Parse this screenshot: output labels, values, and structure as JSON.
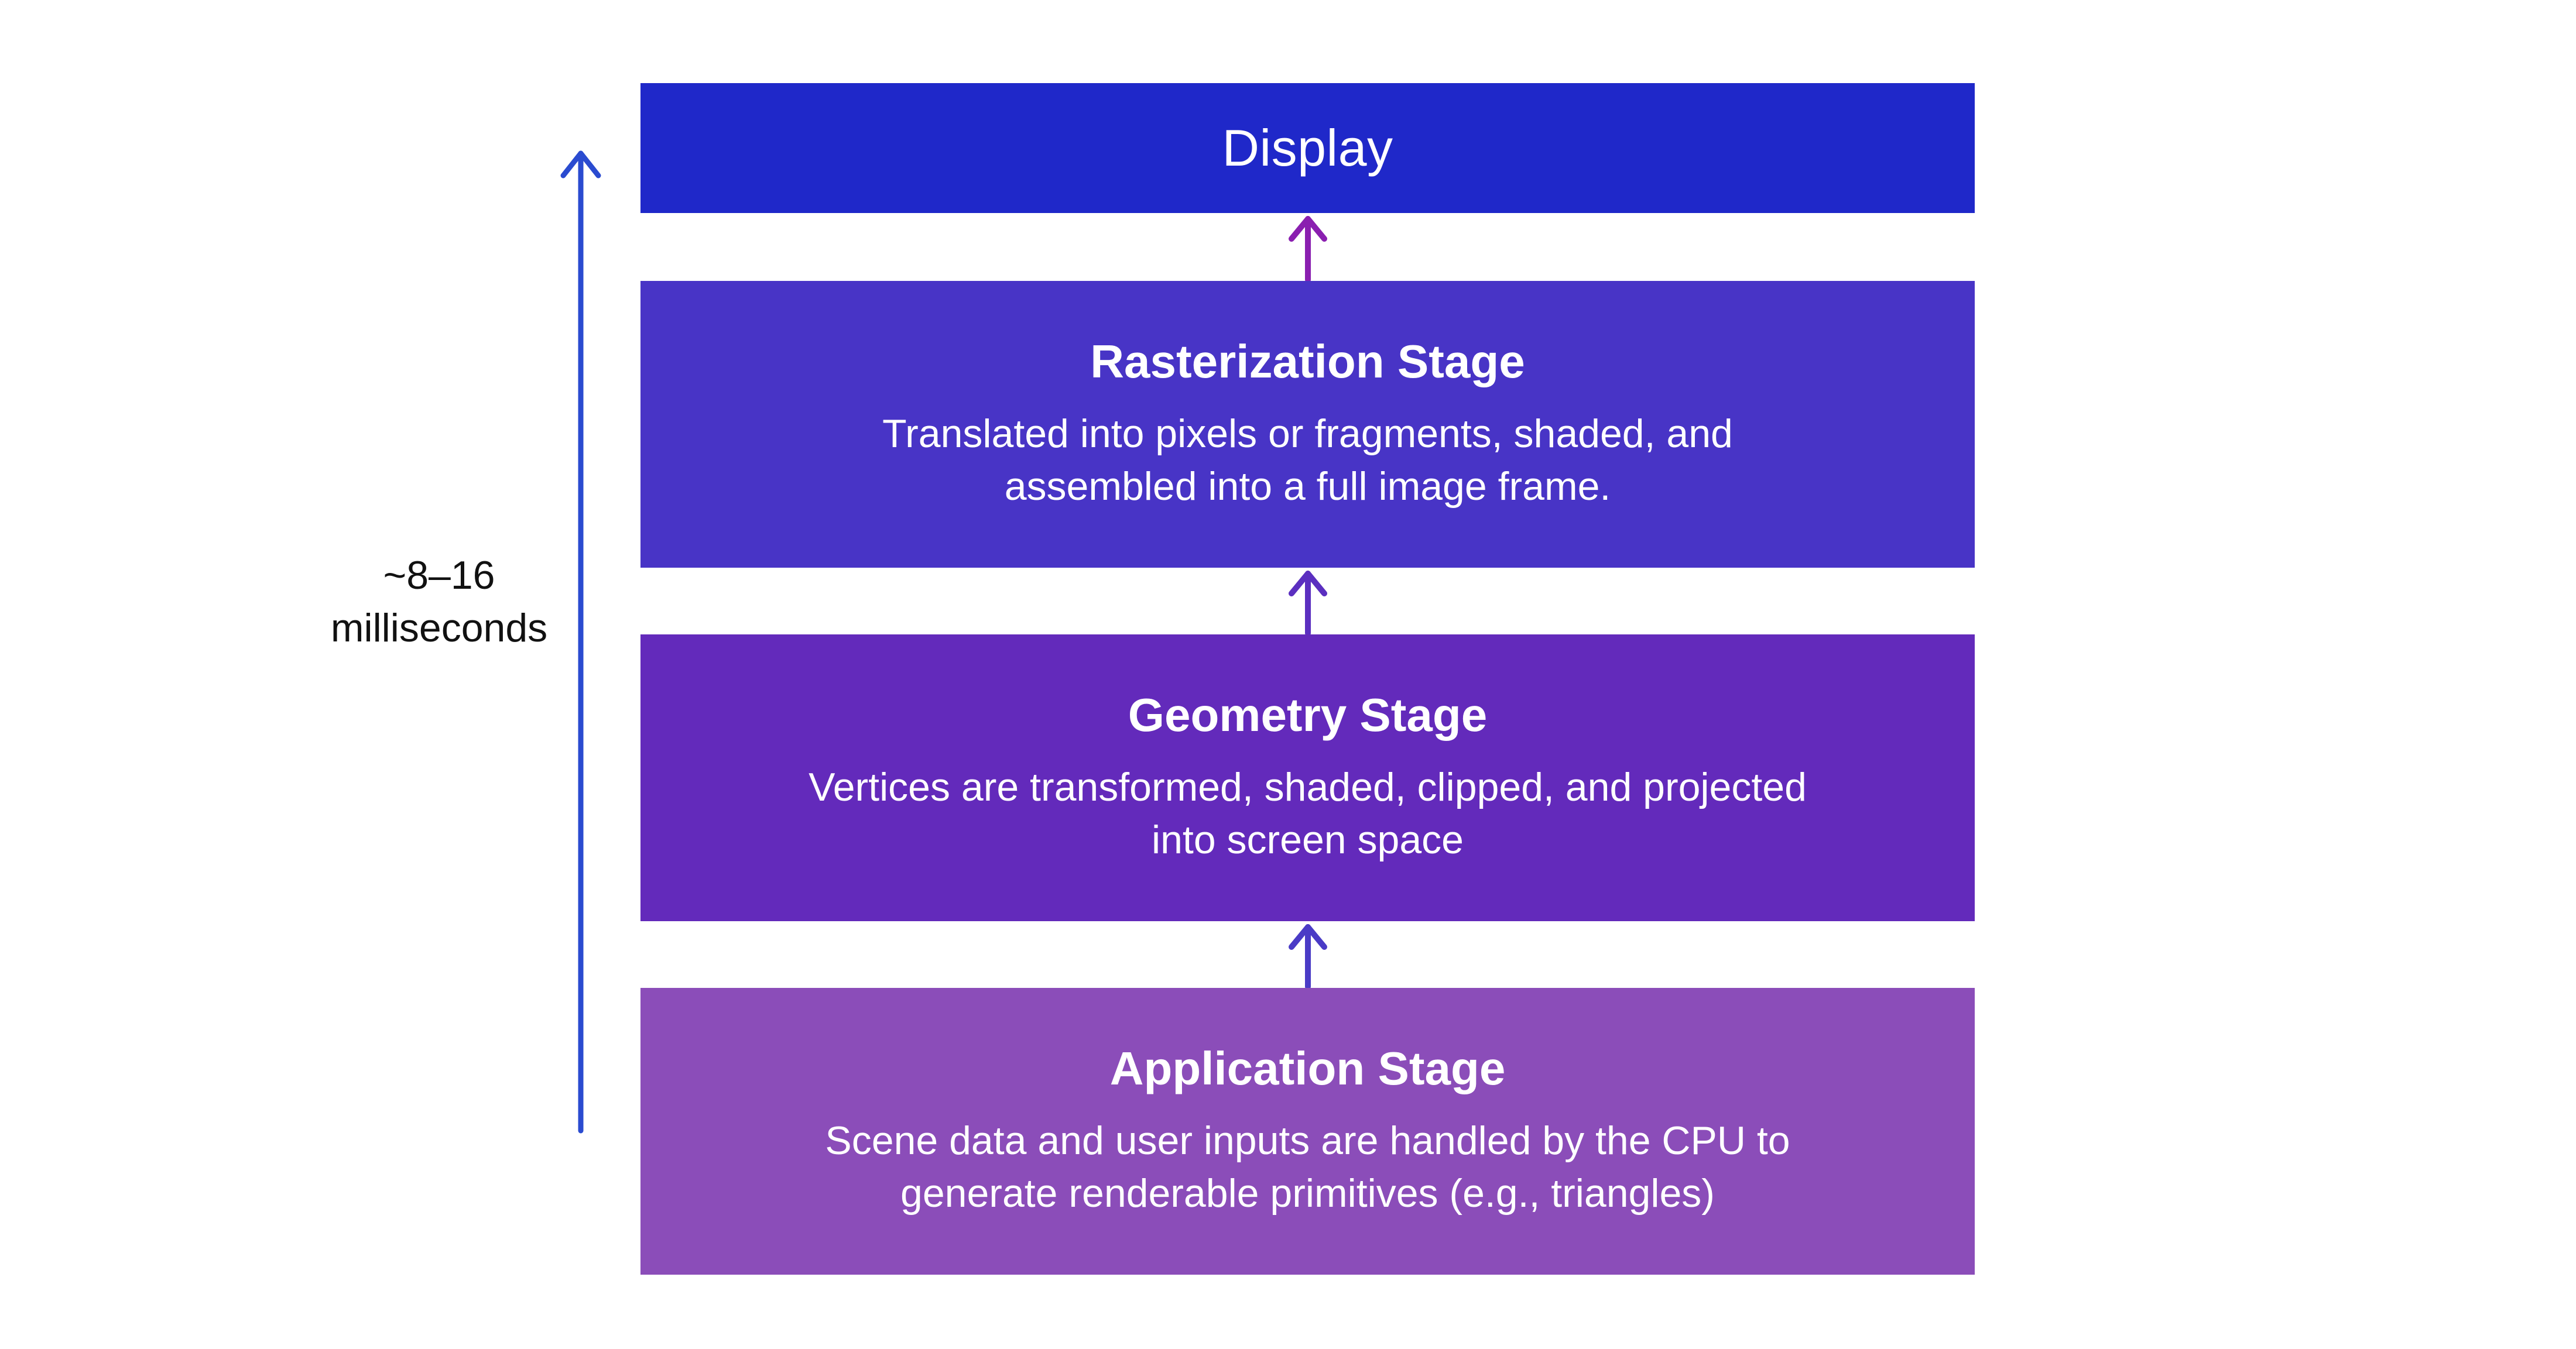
{
  "timeline": {
    "label_line1": "~8–16",
    "label_line2": "milliseconds",
    "arrow_color": "#2a4bd0"
  },
  "stages": {
    "display": {
      "title": "Display",
      "color": "#1f28c9"
    },
    "rasterization": {
      "title": "Rasterization Stage",
      "description_line1": "Translated into pixels or fragments, shaded, and",
      "description_line2": "assembled into a full image frame.",
      "color": "#4834c6"
    },
    "geometry": {
      "title": "Geometry Stage",
      "description_line1": "Vertices are transformed, shaded, clipped, and projected",
      "description_line2": "into screen space",
      "color": "#632abb"
    },
    "application": {
      "title": "Application Stage",
      "description_line1": "Scene data and user inputs are handled by the CPU to",
      "description_line2": "generate renderable primitives (e.g., triangles)",
      "color": "#8b4db9"
    }
  },
  "connectors": {
    "raster_to_display_color": "#8a1fb0",
    "geometry_to_raster_color": "#5b2fc0",
    "app_to_geometry_color": "#4a3bc6"
  }
}
